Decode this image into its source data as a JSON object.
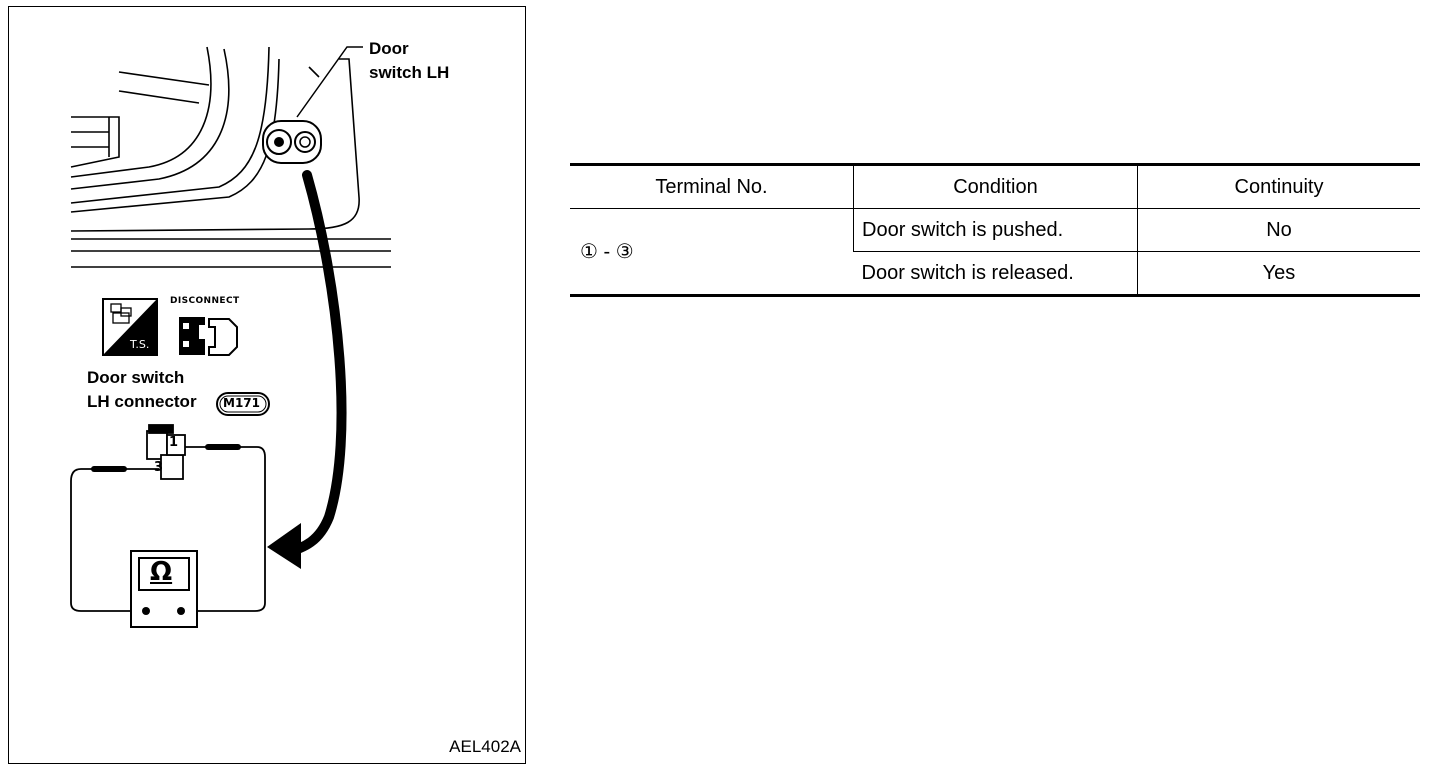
{
  "figure": {
    "door_switch_label": [
      "Door",
      "switch LH"
    ],
    "disconnect_label": "DISCONNECT",
    "ts_label": "T.S.",
    "connector_label": [
      "Door switch",
      "LH connector"
    ],
    "connector_code": "M171",
    "pin_top": "1",
    "pin_bottom": "3",
    "ohm_symbol": "Ω",
    "figure_code": "AEL402A"
  },
  "table": {
    "headers": [
      "Terminal No.",
      "Condition",
      "Continuity"
    ],
    "terminal": "① - ③",
    "rows": [
      {
        "condition": "Door switch is pushed.",
        "continuity": "No"
      },
      {
        "condition": "Door switch is released.",
        "continuity": "Yes"
      }
    ]
  }
}
